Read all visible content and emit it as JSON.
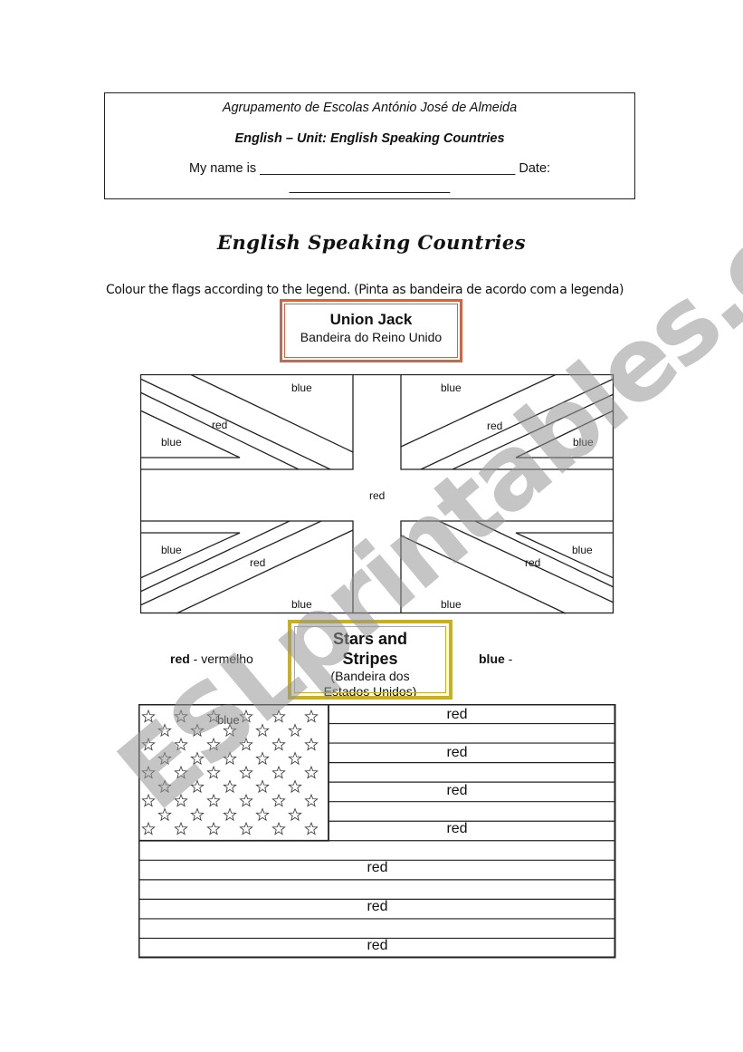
{
  "header": {
    "school": "Agrupamento de Escolas António José de Almeida",
    "unit": "English – Unit: English Speaking Countries",
    "name_line": "My name is ___________________________________  Date:",
    "date_line": "______________________"
  },
  "title": "English Speaking Countries",
  "instruction": "Colour the flags according to the legend. (Pinta as bandeira de acordo com a legenda)",
  "union_jack": {
    "title": "Union Jack",
    "subtitle": "Bandeira do Reino Unido",
    "labels": [
      "blue",
      "red",
      "blue",
      "blue",
      "red",
      "blue",
      "red",
      "blue",
      "red",
      "blue",
      "red",
      "blue",
      "blue"
    ]
  },
  "legend": {
    "red_word": "red",
    "red_meaning": " - vermelho",
    "blue_word": "blue",
    "blue_meaning": " -"
  },
  "stars_stripes": {
    "title": "Stars and Stripes",
    "subtitle": "(Bandeira dos Estados Unidos)",
    "canton_label": "blue",
    "stripe_labels": [
      "red",
      "red",
      "red",
      "red",
      "red",
      "red",
      "red"
    ]
  },
  "watermark": "ESLprintables.com"
}
